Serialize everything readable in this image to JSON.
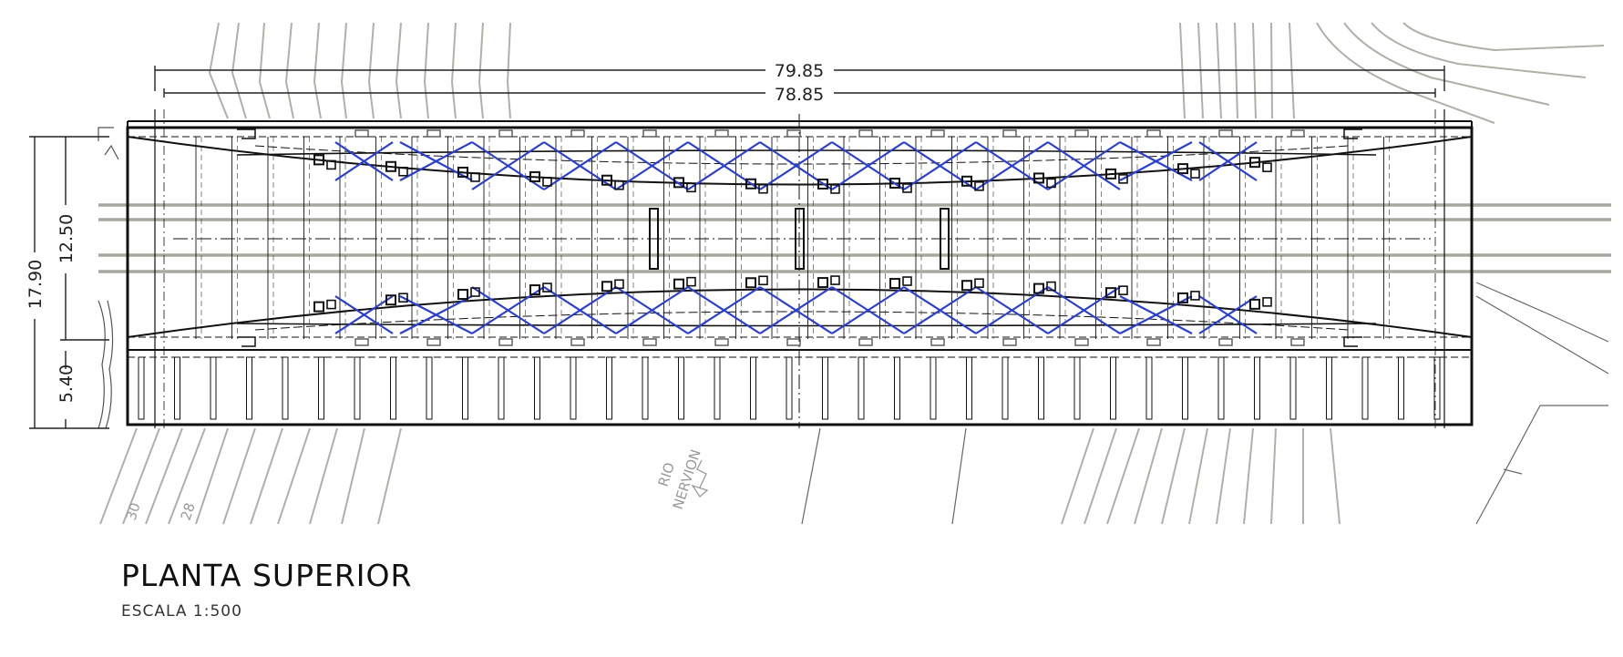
{
  "title": "PLANTA SUPERIOR",
  "scale": "ESCALA 1:500",
  "dimensions": {
    "overall_length": "79.85",
    "inner_length": "78.85",
    "total_width": "17.90",
    "deck_width": "12.50",
    "walkway_width": "5.40"
  },
  "contour_labels": [
    "30",
    "28"
  ],
  "river_label": {
    "line1": "RIO",
    "line2": "NERVION"
  },
  "colors": {
    "linework": "#111111",
    "bracing": "#2a3fd0",
    "contours": "#b0b0a8"
  }
}
